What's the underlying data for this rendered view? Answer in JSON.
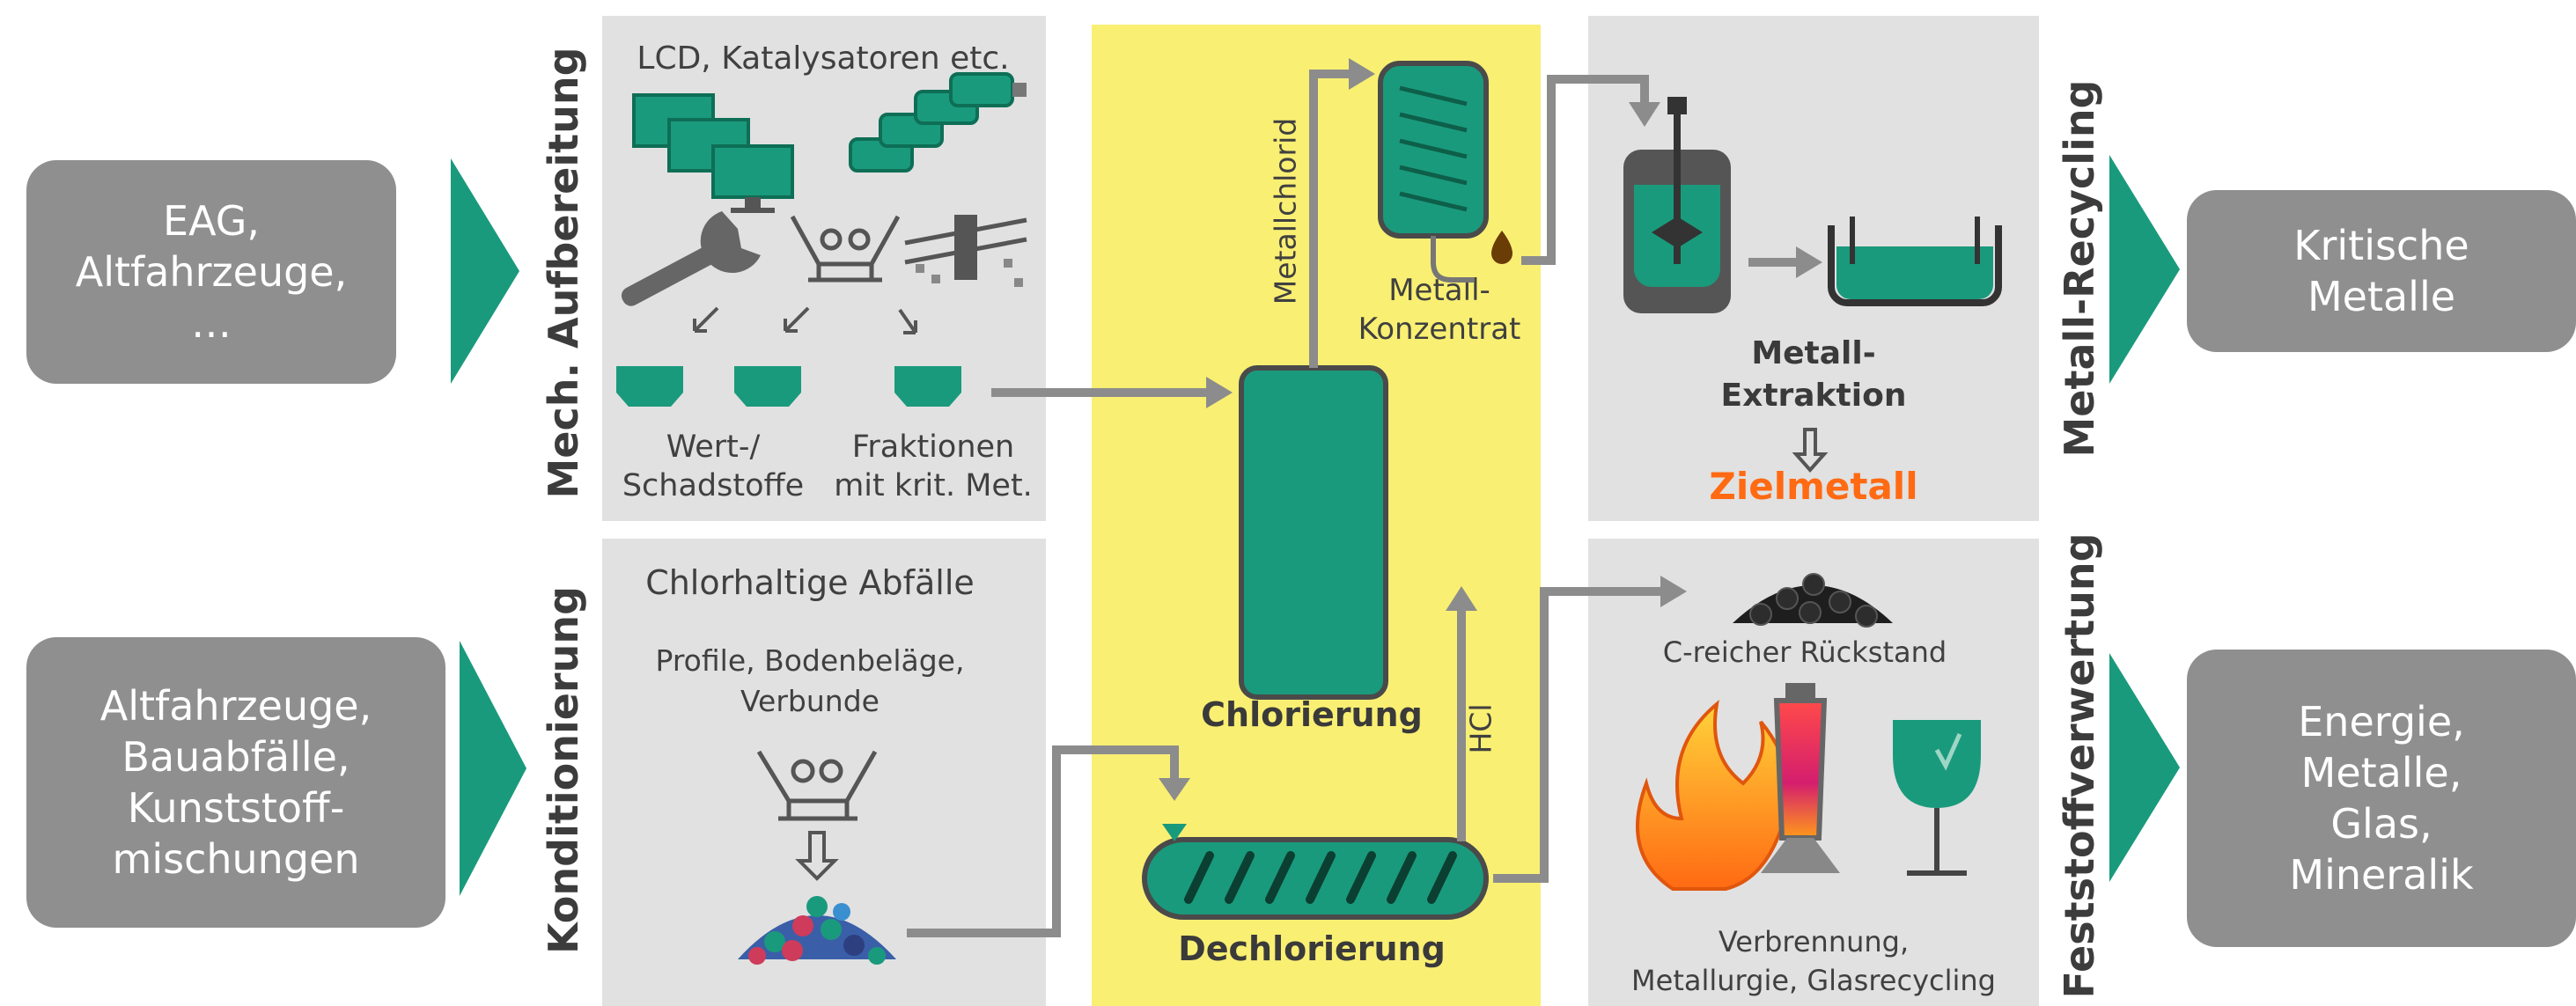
{
  "colors": {
    "teal": "#1a9a7c",
    "teal_dark": "#0e7a60",
    "yellow": "#f9ef73",
    "gray_box": "#e1e1e1",
    "pill": "#8f8f8f",
    "arrow": "#8c8c8c",
    "orange": "#ff6a13"
  },
  "inputs": {
    "top": "EAG,\nAltfahrzeuge,\n…",
    "bottom": "Altfahrzeuge,\nBauabfälle,\nKunststoff-\nmischungen"
  },
  "outputs": {
    "top": "Kritische\nMetalle",
    "bottom": "Energie,\nMetalle,\nGlas,\nMineralik"
  },
  "stages": {
    "mech": "Mech. Aufbereitung",
    "kond": "Konditionierung",
    "metall_recycling": "Metall-Recycling",
    "feststoff": "Feststoffverwertung"
  },
  "mech_box": {
    "title": "LCD, Katalysatoren etc.",
    "label_left": "Wert-/\nSchadstoffe",
    "label_right": "Fraktionen\nmit krit. Met."
  },
  "kond_box": {
    "title": "Chlorhaltige Abfälle",
    "subtitle": "Profile, Bodenbeläge,\nVerbunde"
  },
  "center": {
    "chlorierung": "Chlorierung",
    "dechlorierung": "Dechlorierung",
    "metallchlorid": "Metallchlorid",
    "hcl": "HCl",
    "konzentrat": "Metall-\nKonzentrat"
  },
  "extraction_box": {
    "label": "Metall-\nExtraktion",
    "target": "Zielmetall"
  },
  "residue_box": {
    "title": "C-reicher Rückstand",
    "caption": "Verbrennung,\nMetallurgie, Glasrecycling"
  }
}
